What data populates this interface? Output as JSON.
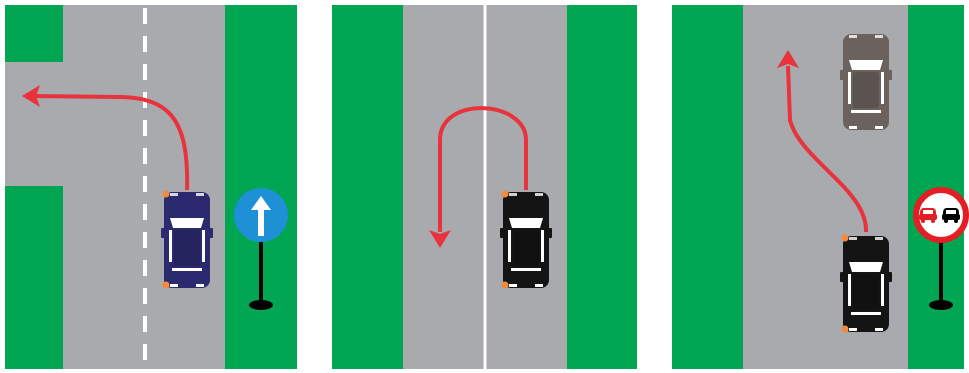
{
  "colors": {
    "grass": "#00a651",
    "road": "#a8aaad",
    "lane_line": "#ffffff",
    "maneuver_arrow": "#e8323c",
    "indicator": "#f58a3c",
    "car_blue": "#2b2a6e",
    "car_black": "#141414",
    "car_gray": "#6b625d",
    "sign_blue": "#1e90d6",
    "sign_red_ring": "#e31e24",
    "sign_pole": "#000000"
  },
  "panels": [
    {
      "id": "left-turn",
      "cars": [
        {
          "name": "blue-car",
          "color": "car_blue",
          "indicators": "left"
        }
      ],
      "maneuver": "left-turn-from-lane",
      "sign": {
        "name": "straight-only-sign-icon",
        "type": "mandatory-straight-ahead"
      }
    },
    {
      "id": "u-turn",
      "cars": [
        {
          "name": "black-car",
          "color": "car_black",
          "indicators": "left"
        }
      ],
      "maneuver": "u-turn-across-solid-line"
    },
    {
      "id": "overtaking",
      "cars": [
        {
          "name": "black-car",
          "color": "car_black",
          "indicators": "left"
        },
        {
          "name": "gray-car-ahead",
          "color": "car_gray"
        }
      ],
      "maneuver": "overtaking",
      "sign": {
        "name": "no-overtaking-sign-icon",
        "type": "no-overtaking"
      }
    }
  ]
}
